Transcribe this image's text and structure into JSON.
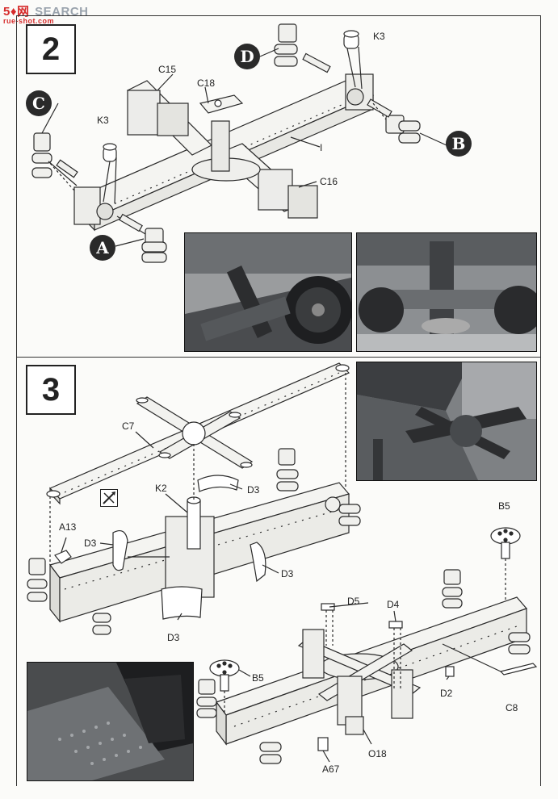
{
  "watermark": {
    "cn": "5♦网",
    "text": "SEARCH",
    "site": "rue-shot.com"
  },
  "steps": [
    {
      "number": "2"
    },
    {
      "number": "3"
    }
  ],
  "callouts": {
    "A": "A",
    "B": "B",
    "C": "C",
    "D": "D"
  },
  "step2_labels": {
    "k3_left": "K3",
    "k3_right": "K3",
    "c15": "C15",
    "c18": "C18",
    "c16": "C16",
    "i": "I"
  },
  "step3_labels": {
    "c7": "C7",
    "k2": "K2",
    "d3_top": "D3",
    "d3_left": "D3",
    "d3_right": "D3",
    "d3_bottom": "D3",
    "a13": "A13",
    "b5_right": "B5",
    "b5_left": "B5",
    "d5": "D5",
    "d4": "D4",
    "d2": "D2",
    "c8": "C8",
    "o18": "O18",
    "a67": "A67"
  },
  "colors": {
    "line": "#2a2a2a",
    "part_fill": "#f4f4f1",
    "photo_dark": "#2f3032",
    "photo_mid": "#7d8084"
  }
}
